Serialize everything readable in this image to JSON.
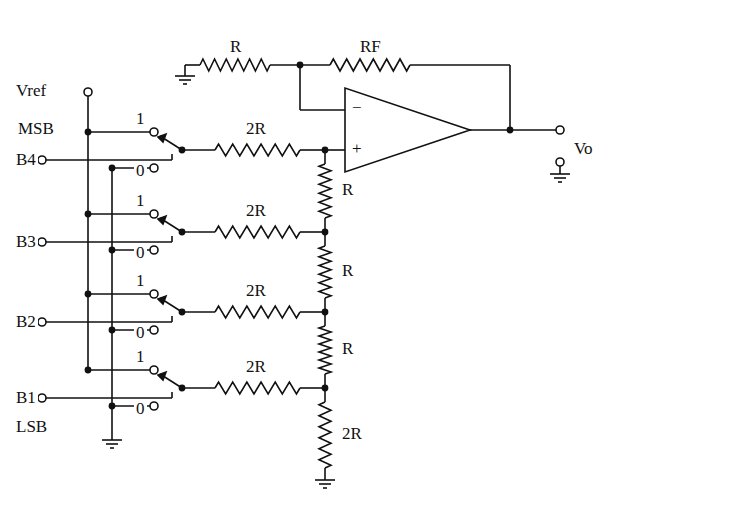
{
  "diagram": {
    "labels": [
      "R",
      "RF",
      "Vref",
      "−",
      "+",
      "MSB",
      "Vo",
      "2R",
      "1",
      "0",
      "B4",
      "R",
      "2R",
      "1",
      "0",
      "B3",
      "R",
      "2R",
      "1",
      "0",
      "B2",
      "R",
      "2R",
      "1",
      "0",
      "B1",
      "LSB",
      "2R"
    ]
  }
}
